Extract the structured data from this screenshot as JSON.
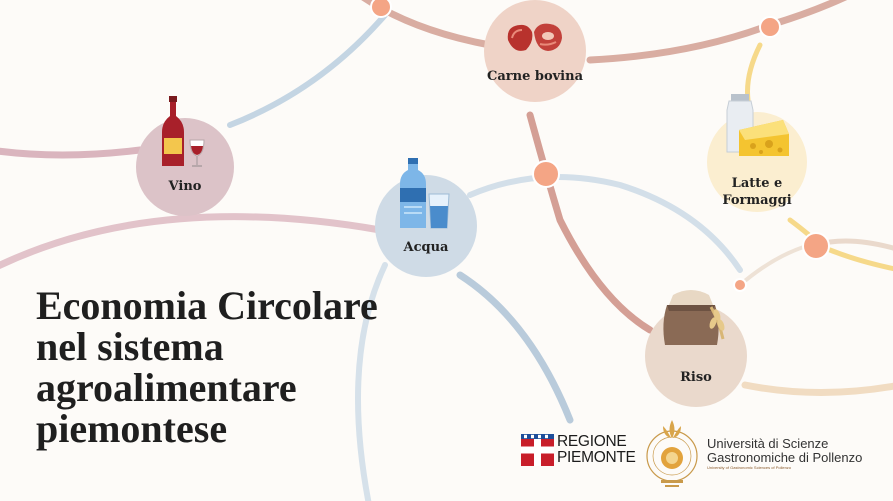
{
  "title": {
    "line1": "Economia Circolare",
    "line2": "nel sistema",
    "line3": "agroalimentare",
    "line4": "piemontese"
  },
  "nodes": {
    "carne": {
      "label": "Carne bovina",
      "icon": "steak-icon"
    },
    "vino": {
      "label": "Vino",
      "icon": "wine-bottle-glass-icon"
    },
    "acqua": {
      "label": "Acqua",
      "icon": "water-bottle-glass-icon"
    },
    "latte": {
      "label_line1": "Latte e",
      "label_line2": "Formaggi",
      "icon": "milk-cheese-icon"
    },
    "riso": {
      "label": "Riso",
      "icon": "rice-sack-icon"
    }
  },
  "logos": {
    "regione_line1": "REGIONE",
    "regione_line2": "PIEMONTE",
    "unisg_line1": "Università di Scienze",
    "unisg_line2": "Gastronomiche di Pollenzo",
    "unisg_line3": "University of Gastronomic Sciences of Pollenzo"
  },
  "colors": {
    "background": "#fdfbf8",
    "vino_circle": "#dcc3c8",
    "acqua_circle": "#cfdbe6",
    "carne_circle": "#efd3c7",
    "latte_circle": "#fbeed0",
    "riso_circle": "#ead9cc",
    "junction_dot": "#f4a585",
    "title_text": "#1f1f1f"
  }
}
